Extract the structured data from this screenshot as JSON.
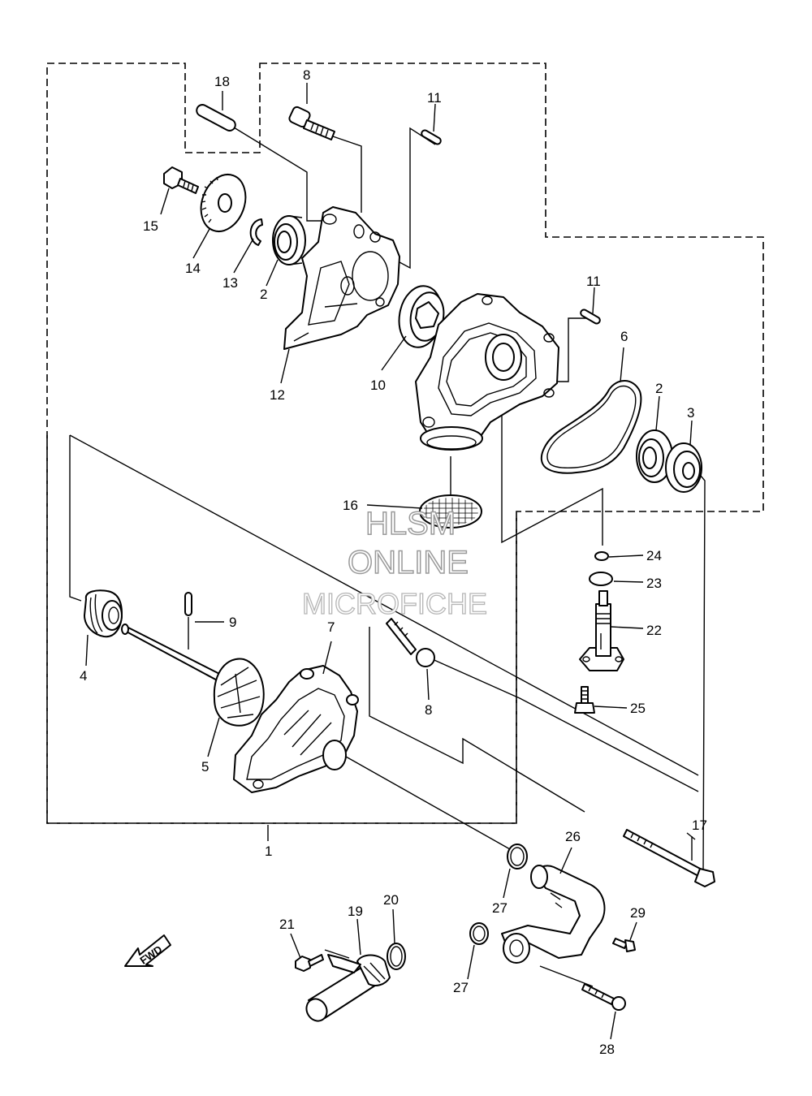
{
  "diagram": {
    "labels": {
      "p1": "1",
      "p2a": "2",
      "p2b": "2",
      "p3": "3",
      "p4": "4",
      "p5": "5",
      "p6": "6",
      "p7": "7",
      "p8a": "8",
      "p8b": "8",
      "p9": "9",
      "p10": "10",
      "p11a": "11",
      "p11b": "11",
      "p12": "12",
      "p13": "13",
      "p14": "14",
      "p15": "15",
      "p16": "16",
      "p17": "17",
      "p18": "18",
      "p19": "19",
      "p20": "20",
      "p21": "21",
      "p22": "22",
      "p23": "23",
      "p24": "24",
      "p25": "25",
      "p26": "26",
      "p27a": "27",
      "p27b": "27",
      "p28": "28",
      "p29": "29"
    },
    "watermark": {
      "line1": "HLSM",
      "line2": "ONLINE",
      "line3": "MICROFICHE"
    },
    "fwd_label": "FWD"
  }
}
